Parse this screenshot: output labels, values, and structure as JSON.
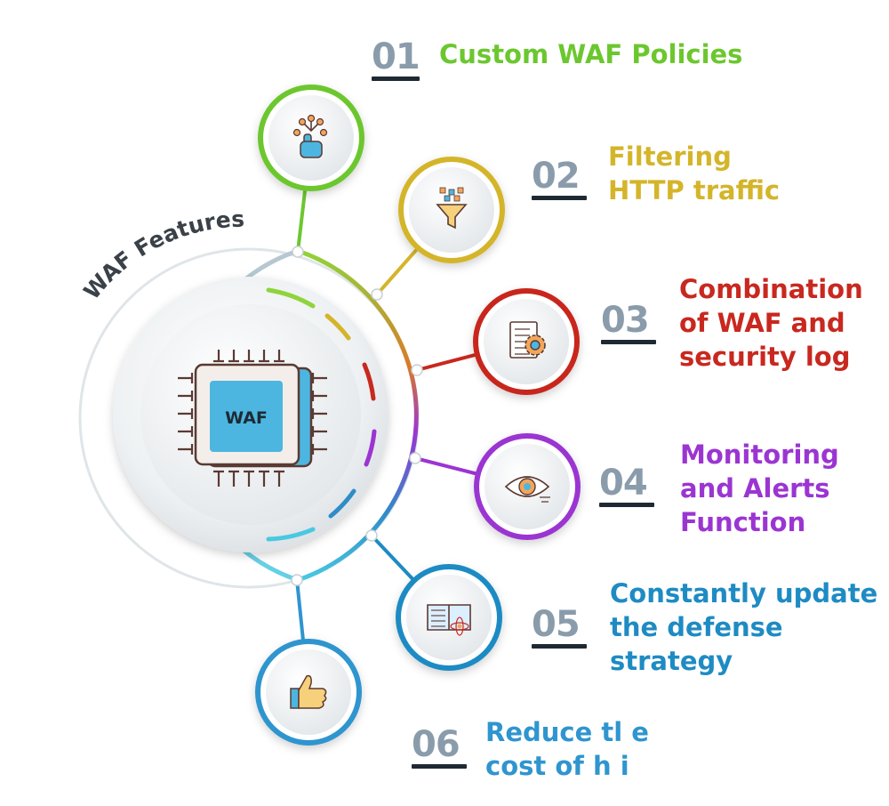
{
  "title": "WAF Features",
  "chip_label": "WAF",
  "features": [
    {
      "number": "01",
      "text": "Custom WAF Policies",
      "color": "#6cc72f",
      "icon": "touch-network-icon"
    },
    {
      "number": "02",
      "text": "Filtering\nHTTP traffic",
      "color": "#d4b52a",
      "icon": "funnel-filter-icon"
    },
    {
      "number": "03",
      "text": "Combination\nof WAF and\nsecurity log",
      "color": "#c8281f",
      "icon": "document-gear-icon"
    },
    {
      "number": "04",
      "text": "Monitoring\nand Alerts\nFunction",
      "color": "#9b35d2",
      "icon": "eye-monitor-icon"
    },
    {
      "number": "05",
      "text": "Constantly update\nthe defense\nstrategy",
      "color": "#1e8bc3",
      "icon": "book-atom-icon"
    },
    {
      "number": "06",
      "text": "Reduce tl e\ncost of h i",
      "color": "#2f95cf",
      "icon": "thumbs-up-icon"
    }
  ]
}
